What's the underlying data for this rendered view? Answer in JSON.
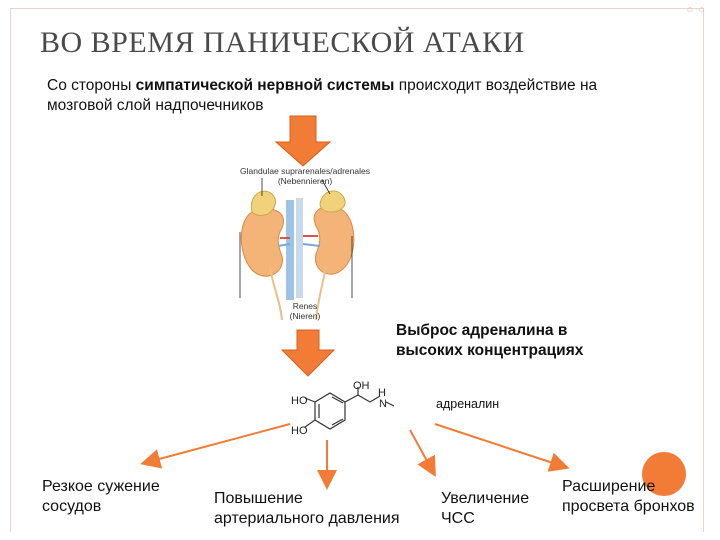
{
  "title": "ВО ВРЕМЯ ПАНИЧЕСКОЙ АТАКИ",
  "intro": {
    "part1": "Со стороны ",
    "bold": "симпатической нервной системы",
    "part2": " происходит воздействие на мозговой слой надпочечников"
  },
  "anatomy": {
    "gland_label_line1": "Glandulae suprarenales/adrenales",
    "gland_label_line2": "(Nebennieren)",
    "kidney_label_line1": "Renes",
    "kidney_label_line2": "(Nieren)"
  },
  "release_text": {
    "line1": "Выброс адреналина в",
    "line2": "высоких концентрациях"
  },
  "molecule": {
    "name": "адреналин",
    "oh_top": "OH",
    "ho_left_top": "HO",
    "ho_left_bottom": "HO",
    "nh_h": "H",
    "nh_n": "N"
  },
  "effects": {
    "vessels_line1": "Резкое сужение",
    "vessels_line2": "сосудов",
    "pressure_line1": "Повышение",
    "pressure_line2": "артериального давления",
    "hr_line1": "Увеличение",
    "hr_line2": "ЧСС",
    "bronchi_line1": "Расширение",
    "bronchi_line2": "просвета бронхов"
  },
  "colors": {
    "arrow_orange": "#f27b35",
    "arrow_outline": "#d0601e",
    "kidney": "#f4b377",
    "gland": "#f1d27a"
  }
}
